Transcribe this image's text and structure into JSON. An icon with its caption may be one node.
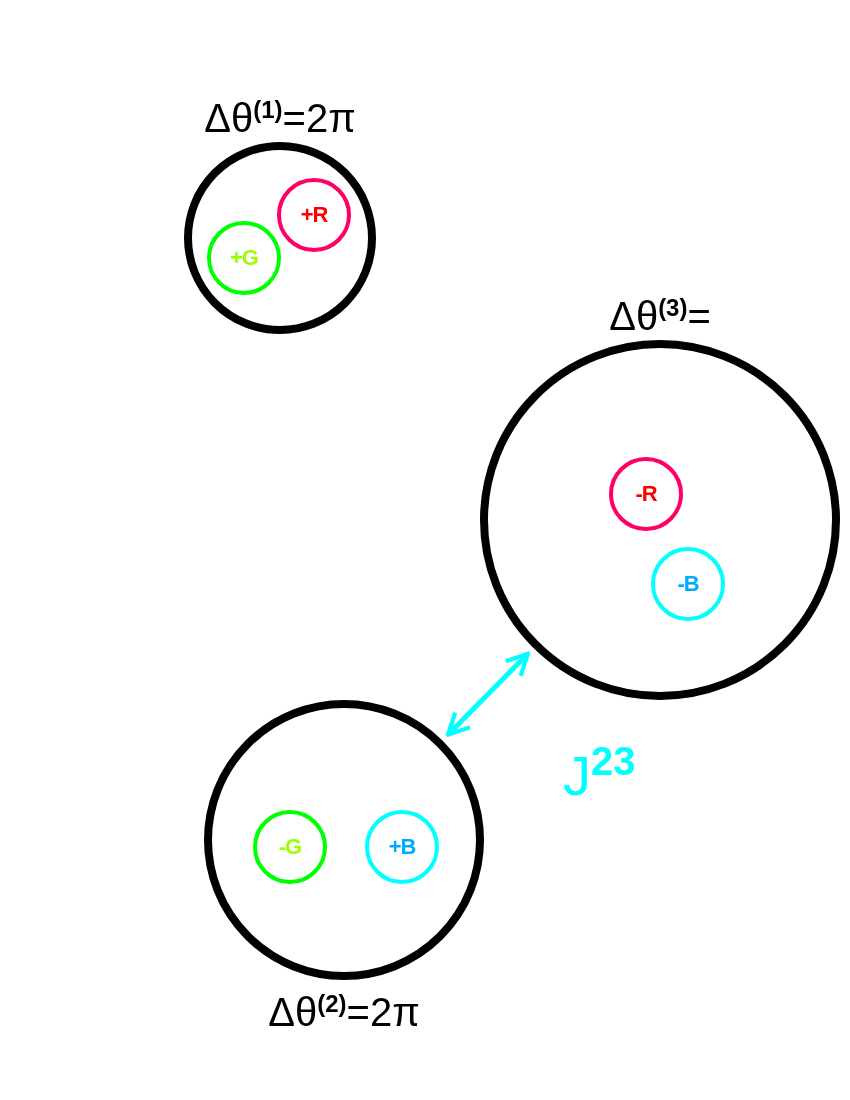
{
  "diagram": {
    "nodes": [
      {
        "text": [
          "Δθ$^{(1)}$=2π"
        ]
      },
      {
        "text": [
          "+R"
        ],
        "in": 0
      },
      {
        "text": [
          "+G"
        ],
        "in": 0
      },
      {
        "text": [
          "Δθ$^{(3)}$="
        ]
      },
      {
        "text": [
          "-R"
        ],
        "in": 3
      },
      {
        "text": [
          "-B"
        ],
        "in": 3
      },
      {
        "text": [
          "Δθ$^{(2)}$=2π"
        ]
      },
      {
        "text": [
          "-G"
        ],
        "in": 6
      },
      {
        "text": [
          "+B"
        ],
        "in": 6
      }
    ],
    "edges": [
      {
        "from": 6,
        "to": 3,
        "arrow": "both",
        "label": "J$^{23}$",
        "color": "#00ffff"
      }
    ]
  }
}
